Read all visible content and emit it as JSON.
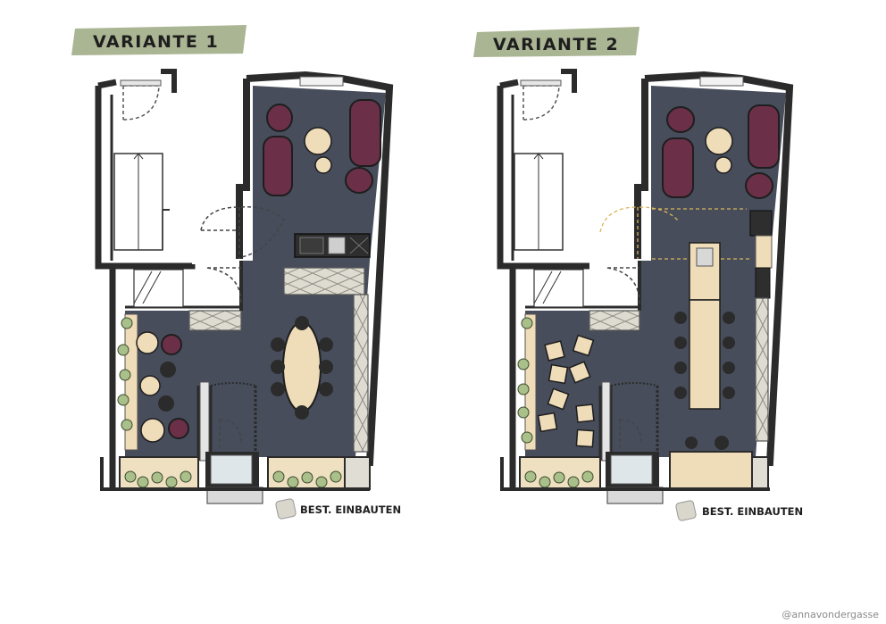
{
  "variants": [
    {
      "title": "VARIANTE 1",
      "legend": "BEST. EINBAUTEN"
    },
    {
      "title": "VARIANTE 2",
      "legend": "BEST. EINBAUTEN"
    }
  ],
  "credit": "@annavondergasse",
  "colors": {
    "wall": "#2b2b2b",
    "floor": "#474d5b",
    "existing_builtins": "#d9d6cb",
    "wood": "#efdcb8",
    "seating": "#6b3048",
    "plants": "#a9c08a",
    "banner": "#aab593"
  }
}
